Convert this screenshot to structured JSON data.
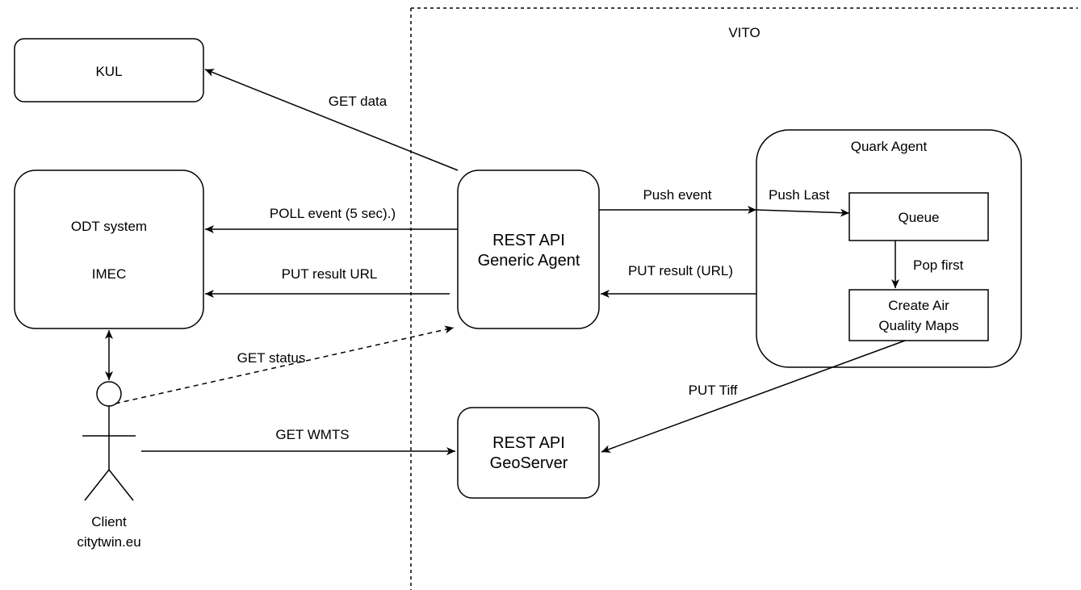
{
  "regions": {
    "vito": "VITO"
  },
  "nodes": {
    "kul": "KUL",
    "odt_line1": "ODT system",
    "odt_line2": "IMEC",
    "generic_line1": "REST API",
    "generic_line2": "Generic Agent",
    "quark_title": "Quark Agent",
    "queue": "Queue",
    "create_line1": "Create Air",
    "create_line2": "Quality Maps",
    "geo_line1": "REST API",
    "geo_line2": "GeoServer",
    "client_line1": "Client",
    "client_line2": "citytwin.eu"
  },
  "edges": {
    "get_data": "GET data",
    "poll_event": "POLL event (5 sec).)",
    "put_result_url": "PUT result URL",
    "push_event": "Push event",
    "push_last": "Push Last",
    "put_result_url2": "PUT result (URL)",
    "pop_first": "Pop first",
    "get_status": "GET status",
    "put_tiff": "PUT Tiff",
    "get_wmts": "GET WMTS"
  }
}
